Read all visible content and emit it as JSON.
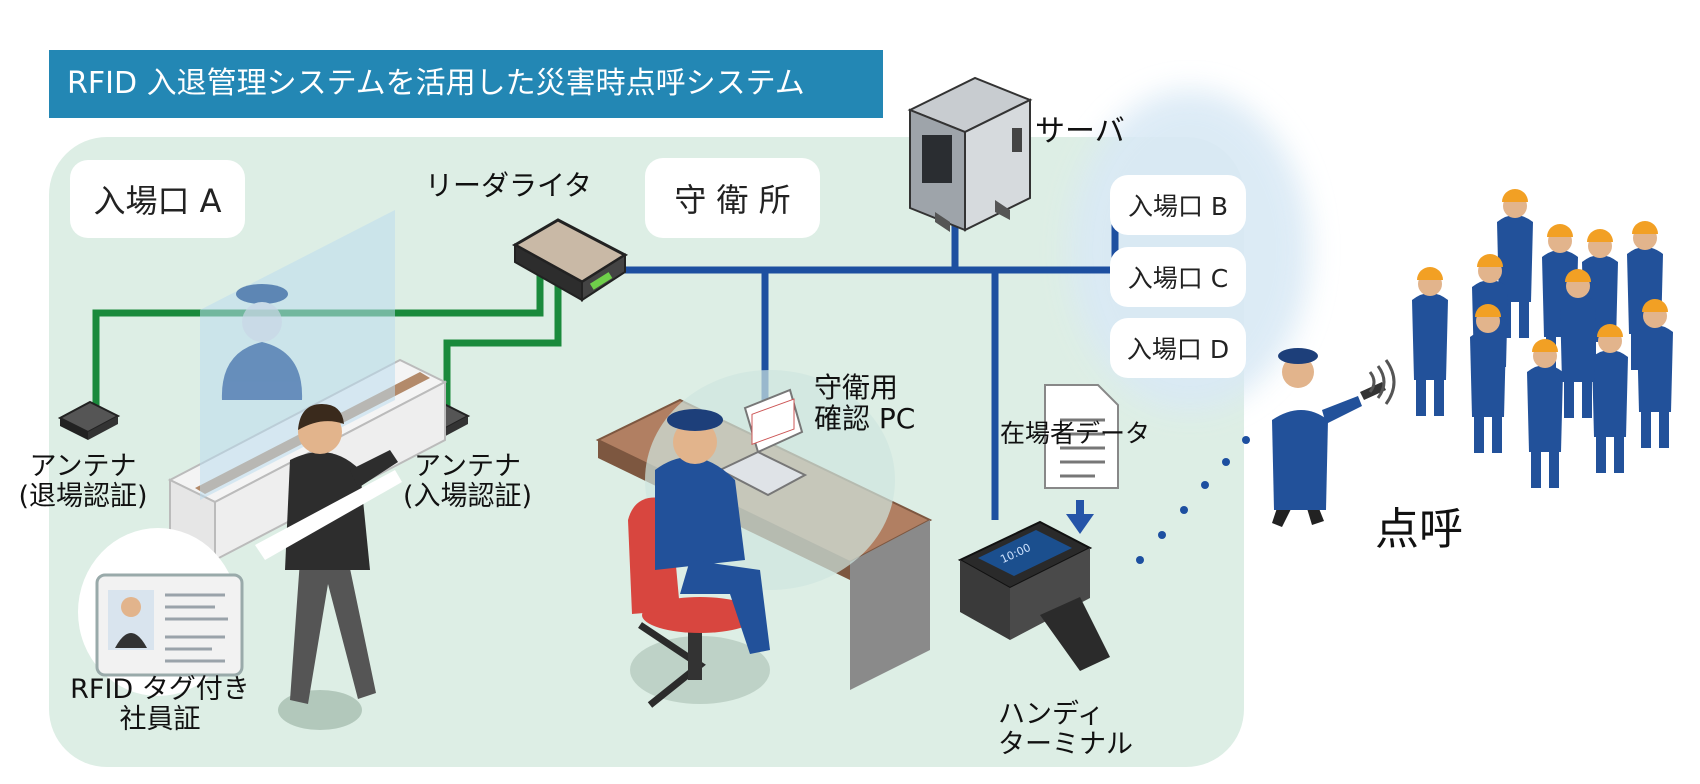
{
  "title": "RFID 入退管理システムを活用した災害時点呼システム",
  "gates": {
    "a": "入場口 A",
    "b": "入場口 B",
    "c": "入場口 C",
    "d": "入場口 D"
  },
  "labels": {
    "reader_writer": "リーダライタ",
    "guard_house": "守 衛 所",
    "server": "サーバ",
    "guard_pc_line1": "守衛用",
    "guard_pc_line2": "確認 PC",
    "presence_data": "在場者データ",
    "antenna_exit_line1": "アンテナ",
    "antenna_exit_line2": "(退場認証)",
    "antenna_entry_line1": "アンテナ",
    "antenna_entry_line2": "(入場認証)",
    "id_card_line1": "RFID タグ付き",
    "id_card_line2": "社員証",
    "handy_line1": "ハンディ",
    "handy_line2": "ターミナル",
    "roll_call": "点呼",
    "terminal_time": "10:00"
  },
  "colors": {
    "title_bg": "#2387b4",
    "area_bg": "#ddeee5",
    "network_blue": "#1d4fa0",
    "antenna_green": "#1a8a3c",
    "uniform": "#22519a",
    "helmet": "#f2a024"
  }
}
